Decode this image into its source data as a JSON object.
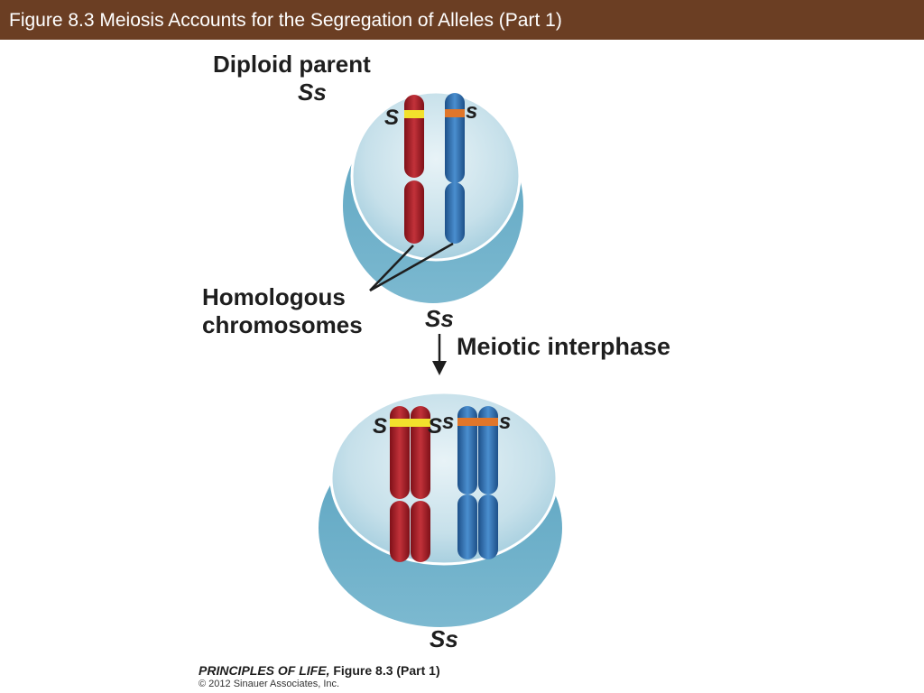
{
  "header": {
    "title": "Figure 8.3  Meiosis Accounts for the Segregation of Alleles (Part 1)"
  },
  "diagram": {
    "parent_label": "Diploid parent",
    "parent_genotype": "Ss",
    "top_allele_left": "S",
    "top_allele_right": "s",
    "homologous_label_line1": "Homologous",
    "homologous_label_line2": "chromosomes",
    "mid_genotype": "Ss",
    "step_label": "Meiotic interphase",
    "bottom_allele_1": "S",
    "bottom_allele_2": "S",
    "bottom_allele_3": "s",
    "bottom_allele_4": "s",
    "bottom_genotype": "Ss"
  },
  "footer": {
    "book_title": "PRINCIPLES OF LIFE,",
    "figure_ref": "Figure 8.3 (Part 1)",
    "copyright": "© 2012 Sinauer Associates, Inc."
  },
  "colors": {
    "header_bg": "#6b3e23",
    "chromosome_red": "#a8202a",
    "chromosome_blue": "#2f6fb0",
    "allele_S_band": "#f2e12c",
    "allele_s_band": "#e0762a",
    "cell_fill": "#bcd9e6"
  }
}
